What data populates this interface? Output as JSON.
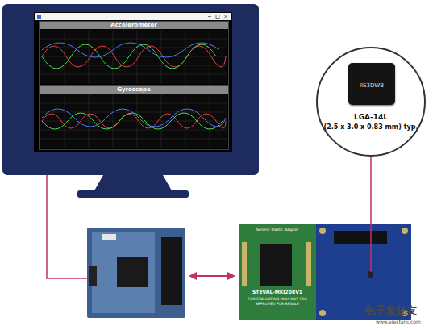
{
  "diagram": {
    "nodes": [
      {
        "text": [
          "Accelerometer"
        ]
      },
      {
        "text": [
          "Gyroscope"
        ]
      },
      {
        "text": [
          "LGA-14L",
          "(2.5 x 3.0 x 0.83 mm) typ."
        ]
      },
      {
        "text": [
          "IIS3DWB"
        ],
        "in": 2
      },
      {
        "text": [
          "Generic Plastic Adapter",
          "STEVAL-MKI208V1",
          "FOR EVALUATION ONLY NOT FCC APPROVED FOR RESALE"
        ]
      }
    ],
    "labels": [
      "电子发烧友",
      "www.elecfans.com"
    ]
  }
}
